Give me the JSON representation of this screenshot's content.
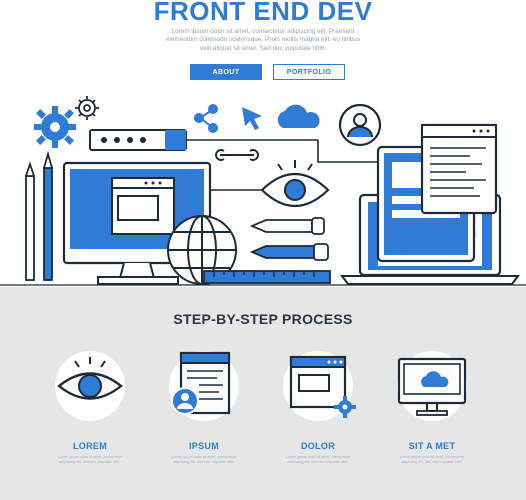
{
  "hero": {
    "title": "FRONT END DEV",
    "lede": "Lorem ipsum dolor sit amet, consectetur adipiscing elit. Praesent elementum commodo scelerisque. Proin mollis magna elit, eu finibus velit aliquet sit amet. Sed nec vulputate nibh.",
    "about_label": "ABOUT",
    "portfolio_label": "PORTFOLIO"
  },
  "colors": {
    "accent": "#2f7bd6",
    "outline": "#1f2a38",
    "band": "#e6e6e6"
  },
  "steps": {
    "title": "STEP-BY-STEP PROCESS",
    "items": [
      {
        "label": "LOREM",
        "desc": "Lorem ipsum dolor sit amet, consectetur adipiscing elit. Sed nec vulputate nibh.",
        "icon": "eye-icon"
      },
      {
        "label": "IPSUM",
        "desc": "Lorem ipsum dolor sit amet, consectetur adipiscing elit. Sed nec vulputate nibh.",
        "icon": "document-user-icon"
      },
      {
        "label": "DOLOR",
        "desc": "Lorem ipsum dolor sit amet, consectetur adipiscing elit. Sed nec vulputate nibh.",
        "icon": "browser-gear-icon"
      },
      {
        "label": "SIT A MET",
        "desc": "Lorem ipsum dolor sit amet, consectetur adipiscing elit. Sed nec vulputate nibh.",
        "icon": "monitor-cloud-icon"
      }
    ]
  }
}
